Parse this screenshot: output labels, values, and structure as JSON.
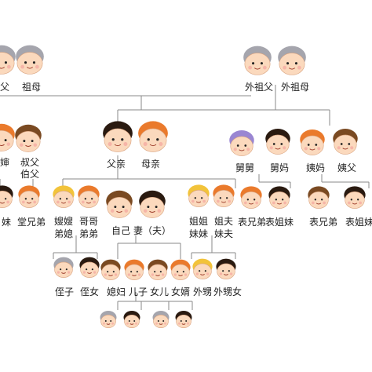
{
  "colors": {
    "line": "#8a8a8a",
    "skin": "#fbd9bd",
    "skin_outline": "#d9a27e",
    "hair_dark": "#2a1a10",
    "hair_brown": "#7a4a22",
    "hair_orange": "#ea7a2c",
    "hair_yellow": "#f2c33a",
    "hair_gray": "#a5a5ad",
    "hair_purple": "#9a86d2",
    "cheek": "#f3a5a0"
  },
  "people": [
    {
      "label": "父",
      "hair": "hair_gray",
      "icon": "grandfather-face-icon"
    },
    {
      "label": "祖母",
      "hair": "hair_gray",
      "icon": "grandmother-face-icon"
    },
    {
      "label": "外祖父",
      "hair": "hair_gray",
      "icon": "grandfather-face-icon"
    },
    {
      "label": "外祖母",
      "hair": "hair_gray",
      "icon": "grandmother-face-icon"
    },
    {
      "label": "婶",
      "hair": "hair_orange",
      "icon": "aunt-face-icon"
    },
    {
      "label": "叔父",
      "hair": "hair_brown",
      "icon": "uncle-face-icon"
    },
    {
      "label": "伯父",
      "hair": "",
      "icon": ""
    },
    {
      "label": "父亲",
      "hair": "hair_dark",
      "icon": "father-face-icon"
    },
    {
      "label": "母亲",
      "hair": "hair_orange",
      "icon": "mother-face-icon"
    },
    {
      "label": "舅舅",
      "hair": "hair_purple",
      "icon": "uncle-face-icon"
    },
    {
      "label": "舅妈",
      "hair": "hair_dark",
      "icon": "aunt-face-icon"
    },
    {
      "label": "姨妈",
      "hair": "hair_orange",
      "icon": "aunt-face-icon"
    },
    {
      "label": "姨父",
      "hair": "hair_brown",
      "icon": "uncle-face-icon"
    },
    {
      "label": "妹",
      "hair": "hair_dark",
      "icon": "cousin-face-icon"
    },
    {
      "label": "堂兄弟",
      "hair": "hair_orange",
      "icon": "cousin-face-icon"
    },
    {
      "label": "嫂嫂",
      "hair": "hair_yellow",
      "icon": "sister-in-law-face-icon"
    },
    {
      "label": "弟媳",
      "hair": "",
      "icon": ""
    },
    {
      "label": "哥哥",
      "hair": "hair_orange",
      "icon": "brother-face-icon"
    },
    {
      "label": "弟弟",
      "hair": "",
      "icon": ""
    },
    {
      "label": "自己",
      "hair": "hair_brown",
      "icon": "self-face-icon"
    },
    {
      "label": "妻（夫）",
      "hair": "hair_dark",
      "icon": "spouse-face-icon"
    },
    {
      "label": "姐姐",
      "hair": "hair_yellow",
      "icon": "sister-face-icon"
    },
    {
      "label": "妹妹",
      "hair": "",
      "icon": ""
    },
    {
      "label": "姐夫",
      "hair": "hair_orange",
      "icon": "brother-in-law-face-icon"
    },
    {
      "label": "妹夫",
      "hair": "",
      "icon": ""
    },
    {
      "label": "表兄弟",
      "hair": "hair_orange",
      "icon": "cousin-face-icon"
    },
    {
      "label": "表姐妹",
      "hair": "hair_dark",
      "icon": "cousin-face-icon"
    },
    {
      "label": "表兄弟",
      "hair": "hair_brown",
      "icon": "cousin-face-icon"
    },
    {
      "label": "表姐妹",
      "hair": "hair_dark",
      "icon": "cousin-face-icon"
    },
    {
      "label": "侄子",
      "hair": "hair_gray",
      "icon": "nephew-face-icon"
    },
    {
      "label": "侄女",
      "hair": "hair_dark",
      "icon": "niece-face-icon"
    },
    {
      "label": "媳妇",
      "hair": "hair_brown",
      "icon": "daughter-in-law-face-icon"
    },
    {
      "label": "儿子",
      "hair": "hair_orange",
      "icon": "son-face-icon"
    },
    {
      "label": "女儿",
      "hair": "hair_brown",
      "icon": "daughter-face-icon"
    },
    {
      "label": "女婿",
      "hair": "hair_orange",
      "icon": "son-in-law-face-icon"
    },
    {
      "label": "外甥",
      "hair": "hair_yellow",
      "icon": "nephew-face-icon"
    },
    {
      "label": "外甥女",
      "hair": "hair_dark",
      "icon": "niece-face-icon"
    },
    {
      "label": "",
      "hair": "hair_gray",
      "icon": "grandchild-face-icon"
    },
    {
      "label": "",
      "hair": "hair_dark",
      "icon": "grandchild-face-icon"
    },
    {
      "label": "",
      "hair": "hair_gray",
      "icon": "grandchild-face-icon"
    },
    {
      "label": "",
      "hair": "hair_dark",
      "icon": "grandchild-face-icon"
    }
  ]
}
